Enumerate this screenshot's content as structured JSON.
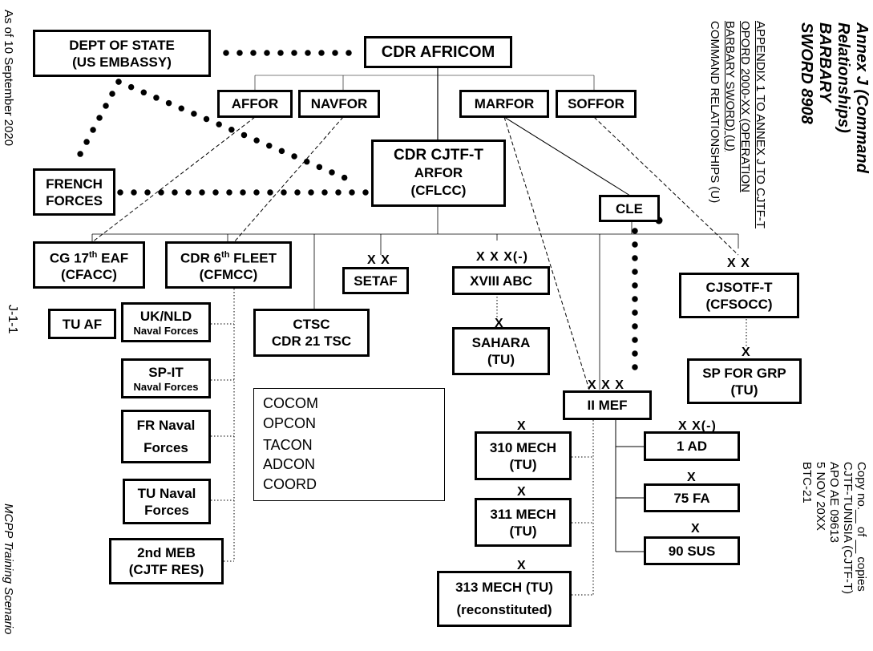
{
  "as_of": "As of 10 September 2020",
  "page_number": "J-1-1",
  "training_scenario": "MCPP Training Scenario",
  "title": [
    "Annex J (Command",
    "Relationships)",
    "BARBARY",
    "SWORD 8908"
  ],
  "appendix": [
    "APPENDIX 1 TO ANNEX J TO CJTF-T",
    "OPORD 2000-XX (OPERATION",
    "BARBARY SWORD) (U)",
    "COMMAND RELATIONSHIPS (U)"
  ],
  "copy_info": [
    "Copy no.__ of __ copies",
    "CJTF-TUNISIA (CJTF-T)",
    "APO AE 09613",
    "5 NOV 20XX",
    "BTC-21"
  ],
  "nodes": {
    "dept_state": [
      "DEPT OF STATE",
      "(US EMBASSY)"
    ],
    "cdr_africom": [
      "CDR AFRICOM"
    ],
    "affor": [
      "AFFOR"
    ],
    "navfor": [
      "NAVFOR"
    ],
    "marfor": [
      "MARFOR"
    ],
    "soffor": [
      "SOFFOR"
    ],
    "french": [
      "FRENCH",
      "FORCES"
    ],
    "cjtf": [
      "CDR CJTF-T",
      "ARFOR",
      "(CFLCC)"
    ],
    "cle": [
      "CLE"
    ],
    "cg17": {
      "line1_pre": "CG 17",
      "line1_sup": "th",
      "line1_post": " EAF",
      "line2": "(CFACC)"
    },
    "cdr6": {
      "line1_pre": "CDR 6",
      "line1_sup": "th",
      "line1_post": " FLEET",
      "line2": "(CFMCC)"
    },
    "setaf": [
      "SETAF"
    ],
    "xviii": [
      "XVIII ABC"
    ],
    "cjsotf": [
      "CJSOTF-T",
      "(CFSOCC)"
    ],
    "tuaf": [
      "TU AF"
    ],
    "uknld": [
      "UK/NLD",
      "Naval Forces"
    ],
    "ctsc": [
      "CTSC",
      "CDR 21 TSC"
    ],
    "sahara": [
      "SAHARA",
      "(TU)"
    ],
    "spgrp": [
      "SP FOR GRP",
      "(TU)"
    ],
    "spit": [
      "SP-IT",
      "Naval Forces"
    ],
    "frnaval": [
      "FR Naval",
      "Forces"
    ],
    "tunaval": [
      "TU Naval",
      "Forces"
    ],
    "meb": [
      "2nd MEB",
      "(CJTF RES)"
    ],
    "iimef": [
      "II MEF"
    ],
    "m310": [
      "310 MECH",
      "(TU)"
    ],
    "m311": [
      "311 MECH",
      "(TU)"
    ],
    "m313": [
      "313 MECH (TU)",
      "(reconstituted)"
    ],
    "ad1": [
      "1 AD"
    ],
    "fa75": [
      "75 FA"
    ],
    "sus90": [
      "90 SUS"
    ]
  },
  "echelons": {
    "setaf": "X X",
    "xviii": "X X X(-)",
    "cjsotf": "X X",
    "sahara": "X",
    "spgrp": "X",
    "iimef": "X X X",
    "m310": "X",
    "m311": "X",
    "m313": "X",
    "ad1": "X X(-)",
    "fa75": "X",
    "sus90": "X"
  },
  "legend": [
    "COCOM",
    "OPCON",
    "TACON",
    "ADCON",
    "COORD"
  ]
}
